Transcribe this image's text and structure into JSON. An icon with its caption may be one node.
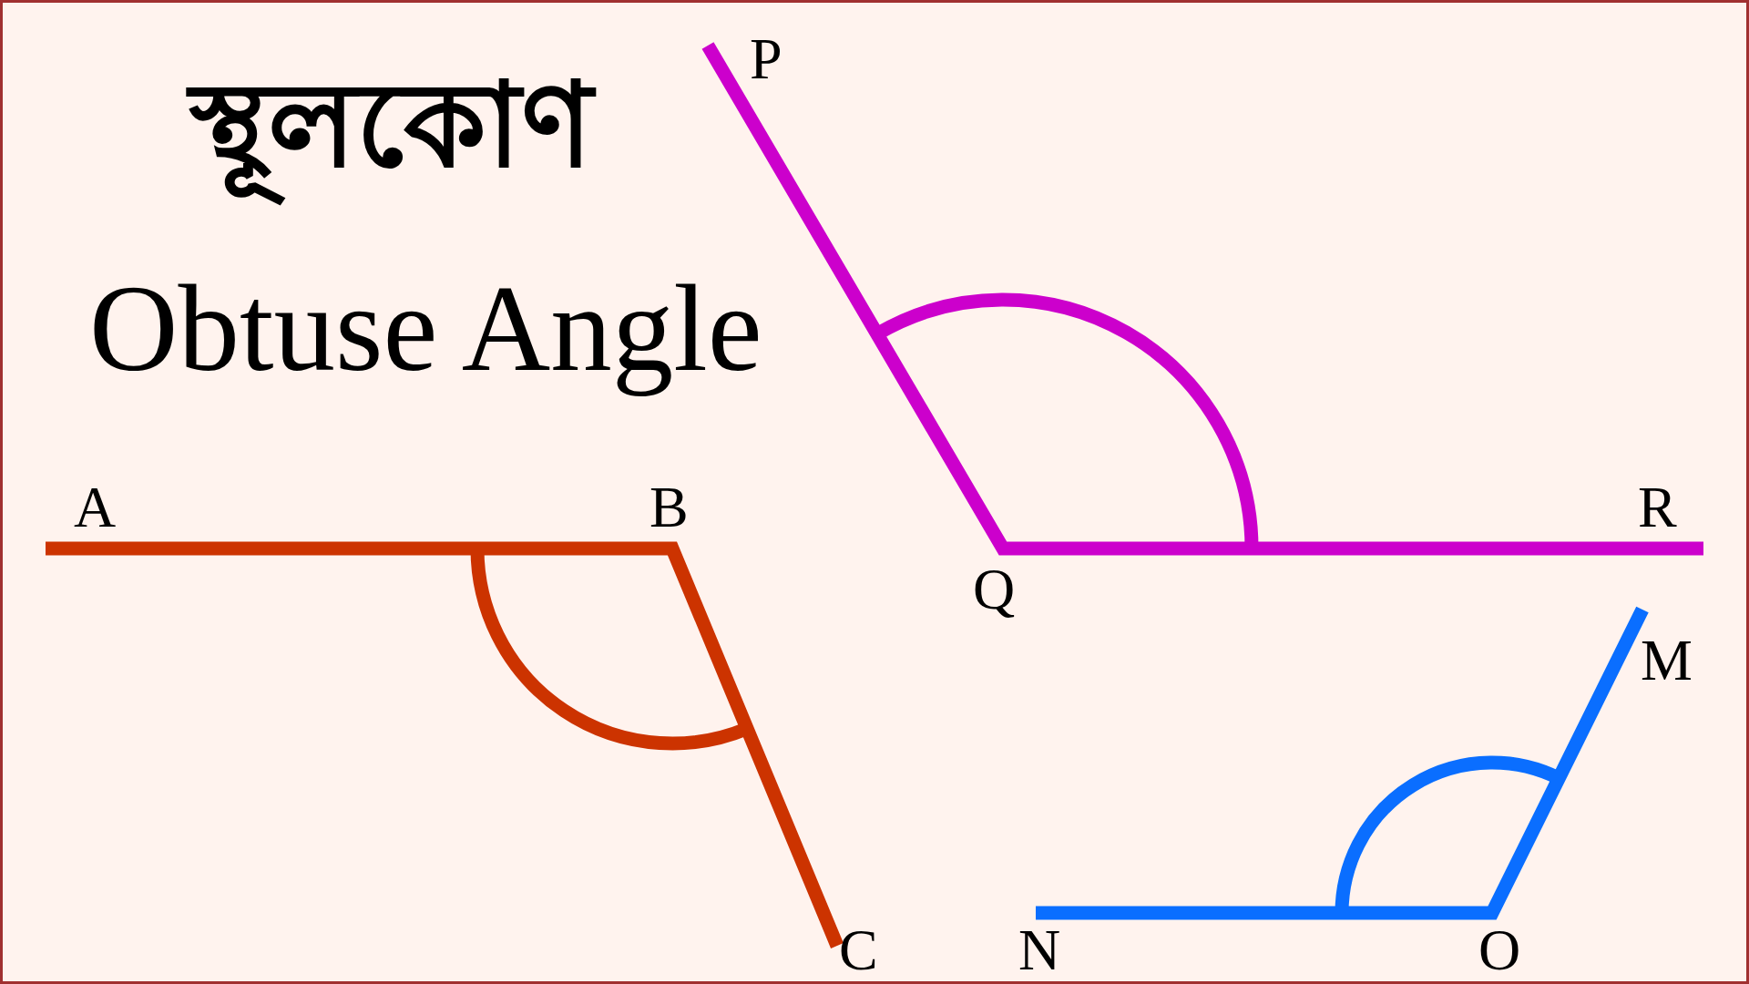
{
  "diagram": {
    "title": "স্থূলকোণ",
    "labels": [
      "P",
      "Obtuse Angle",
      "A",
      "B",
      "R",
      "Q",
      "M",
      "C",
      "N",
      "O"
    ]
  }
}
